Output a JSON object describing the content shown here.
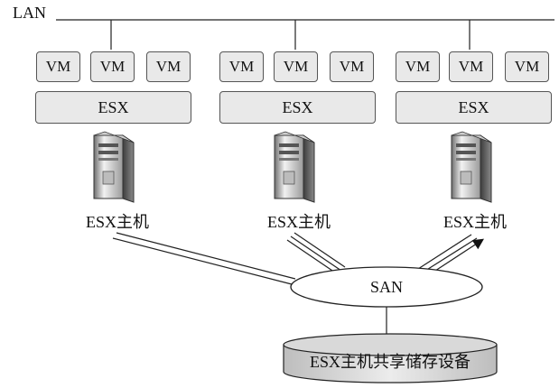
{
  "lan": {
    "label": "LAN"
  },
  "clusters": [
    {
      "vms": [
        "VM",
        "VM",
        "VM"
      ],
      "hypervisor": "ESX",
      "host_label": "ESX主机"
    },
    {
      "vms": [
        "VM",
        "VM",
        "VM"
      ],
      "hypervisor": "ESX",
      "host_label": "ESX主机"
    },
    {
      "vms": [
        "VM",
        "VM",
        "VM"
      ],
      "hypervisor": "ESX",
      "host_label": "ESX主机"
    }
  ],
  "san": {
    "label": "SAN"
  },
  "storage": {
    "label": "ESX主机共享储存设备"
  }
}
